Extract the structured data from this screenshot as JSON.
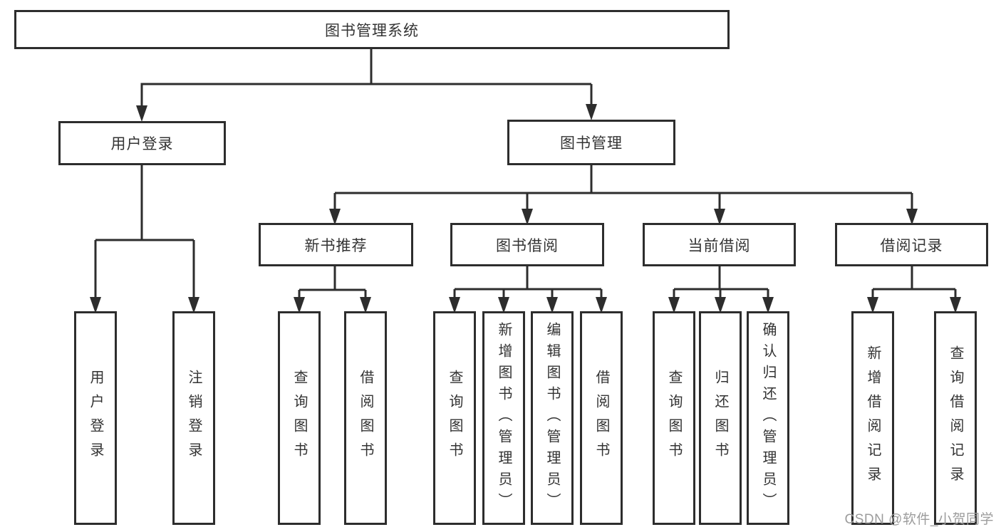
{
  "colors": {
    "line": "#2d2d2d",
    "box_border": "#2d2d2d",
    "text": "#333333",
    "watermark": "#9c9c9c"
  },
  "watermark": {
    "text": "CSDN @软件_小贺同学"
  },
  "tree": {
    "root": {
      "label": "图书管理系统",
      "children": [
        {
          "label": "用户登录",
          "children": [
            {
              "label": "用户登录"
            },
            {
              "label": "注销登录"
            }
          ]
        },
        {
          "label": "图书管理",
          "children": [
            {
              "label": "新书推荐",
              "children": [
                {
                  "label": "查询图书"
                },
                {
                  "label": "借阅图书"
                }
              ]
            },
            {
              "label": "图书借阅",
              "children": [
                {
                  "label": "查询图书"
                },
                {
                  "label": "新增图书（管理员）"
                },
                {
                  "label": "编辑图书（管理员）"
                },
                {
                  "label": "借阅图书"
                }
              ]
            },
            {
              "label": "当前借阅",
              "children": [
                {
                  "label": "查询图书"
                },
                {
                  "label": "归还图书"
                },
                {
                  "label": "确认归还（管理员）"
                }
              ]
            },
            {
              "label": "借阅记录",
              "children": [
                {
                  "label": "新增借阅记录"
                },
                {
                  "label": "查询借阅记录"
                }
              ]
            }
          ]
        }
      ]
    }
  }
}
